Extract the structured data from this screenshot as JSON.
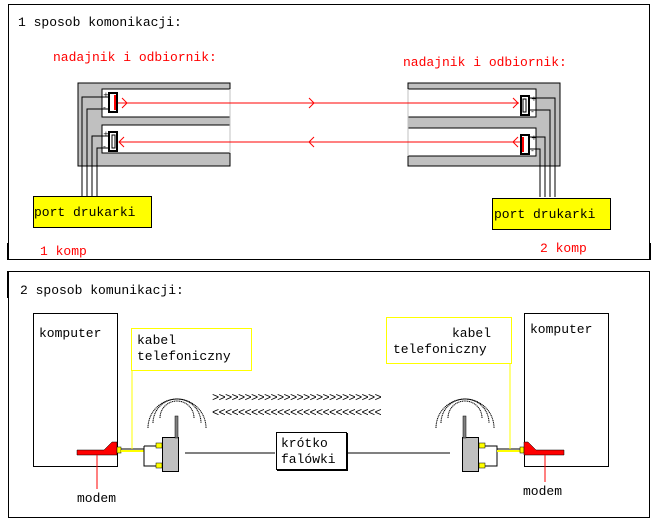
{
  "section1": {
    "title": "1 sposob komonikacji:",
    "left": {
      "label": "nadajnik i odbiornik:",
      "port": "port drukarki",
      "computer": "1 komp"
    },
    "right": {
      "label": "nadajnik i odbiornik:",
      "port": "port drukarki",
      "computer": "2 komp"
    },
    "polarity": {
      "plus": "+",
      "minus": "-"
    }
  },
  "section2": {
    "title": "2 sposob komunikacji:",
    "left": {
      "computer": "komputer",
      "cable_line1": "kabel",
      "cable_line2": "telefoniczny",
      "modem": "modem"
    },
    "right": {
      "computer": "komputer",
      "cable_line1": "kabel",
      "cable_line2": "telefoniczny",
      "modem": "modem"
    },
    "arrows_forward": ">>>>>>>>>>>>>>>>>>>>>>>>>>",
    "arrows_back": "<<<<<<<<<<<<<<<<<<<<<<<<<<",
    "band_line1": "krótko",
    "band_line2": "falówki"
  },
  "colors": {
    "accent_red": "#ff0000",
    "port_yellow": "#ffff00",
    "housing_gray": "#c0c0c0"
  }
}
